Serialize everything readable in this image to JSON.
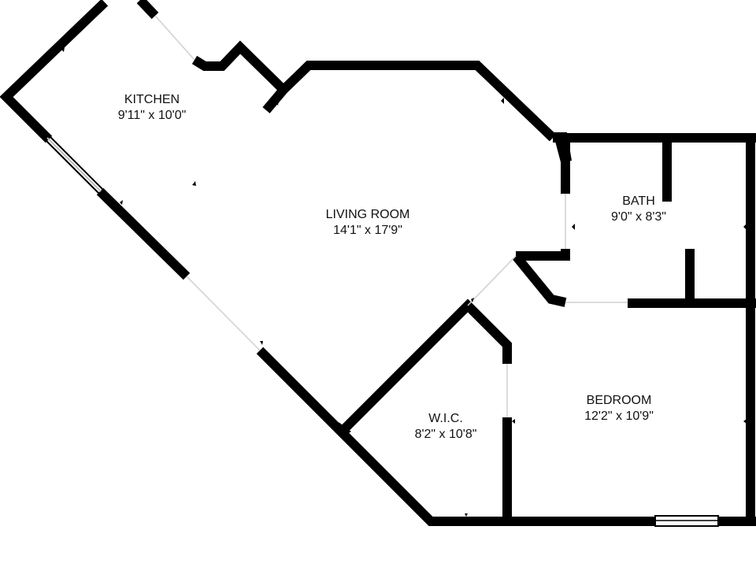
{
  "rooms": {
    "kitchen": {
      "name": "KITCHEN",
      "dims": "9'11\" x 10'0\""
    },
    "living": {
      "name": "LIVING ROOM",
      "dims": "14'1\" x 17'9\""
    },
    "bath": {
      "name": "BATH",
      "dims": "9'0\" x 8'3\""
    },
    "bedroom": {
      "name": "BEDROOM",
      "dims": "12'2\" x 10'9\""
    },
    "wic": {
      "name": "W.I.C.",
      "dims": "8'2\" x 10'8\""
    }
  },
  "colors": {
    "wall": "#000000",
    "background": "#ffffff",
    "window": "#9a9a9a"
  }
}
